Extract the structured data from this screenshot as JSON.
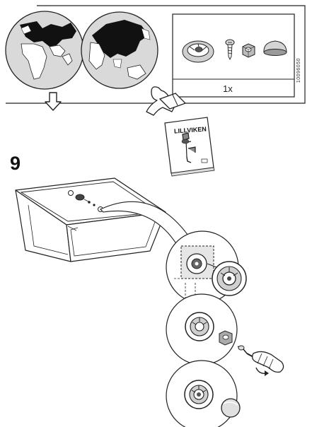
{
  "parts_box": {
    "quantity": "1x",
    "article_number": "10096050"
  },
  "manual": {
    "product_name": "LILLVIKEN"
  },
  "step": {
    "number": "9"
  }
}
